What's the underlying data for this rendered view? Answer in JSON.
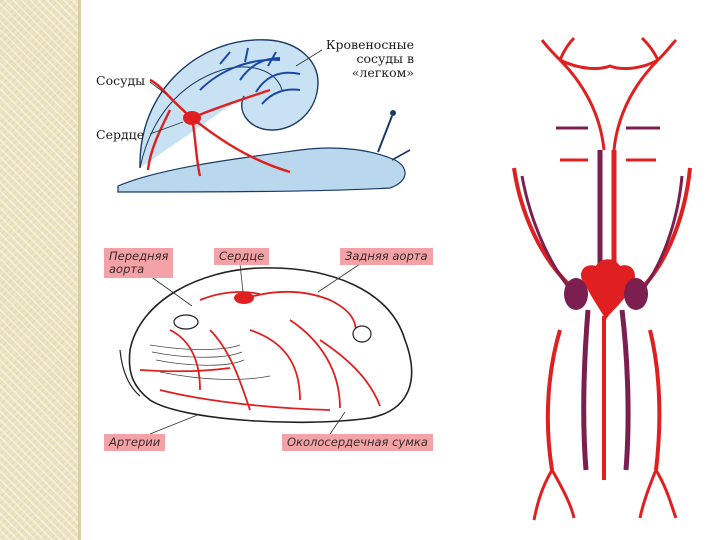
{
  "snail": {
    "label_vessels": "Сосуды",
    "label_heart": "Сердце",
    "label_lung_line1": "Кровеносные",
    "label_lung_line2": "сосуды в",
    "label_lung_line3": "«легком»"
  },
  "clam": {
    "label_anterior_aorta_line1": "Передняя",
    "label_anterior_aorta_line2": "аорта",
    "label_heart": "Сердце",
    "label_posterior_aorta": "Задняя аорта",
    "label_arteries": "Артерии",
    "label_pericardium": "Околосердечная сумка"
  },
  "colors": {
    "artery_red": "#e02020",
    "vein_blue": "#1a4aa8",
    "vein_purple": "#7a1f4f",
    "snail_body": "#b9d8ee",
    "label_pink": "#f3a3a8"
  }
}
